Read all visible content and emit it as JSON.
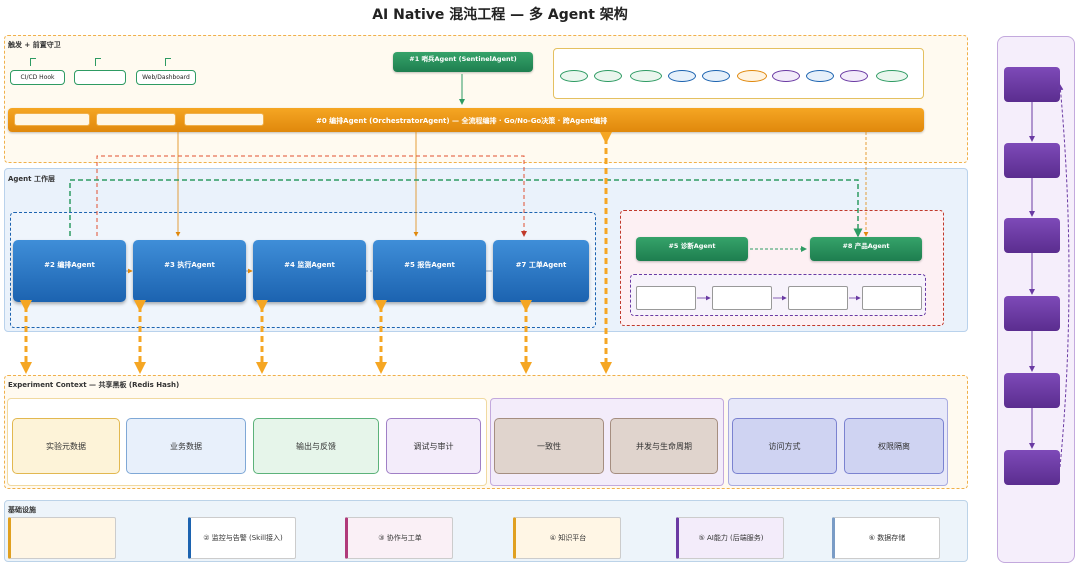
{
  "page": {
    "title": "AI Native 混沌工程 — 多 Agent 架构",
    "subtitle": ""
  },
  "top_section": {
    "label": "触发 + 前置守卫",
    "triggers": [
      "CI/CD Hook",
      "",
      "Web/Dashboard"
    ],
    "sentinel": {
      "title": "#1 哨兵Agent (SentinelAgent)",
      "sub": ""
    },
    "tools_panel": {
      "title": "",
      "legend": ""
    },
    "orchestrator": {
      "label": "#0 编排Agent (OrchestratorAgent) — 全流程编排 · Go/No-Go决策 · 跨Agent编排",
      "chips": [
        "",
        "",
        ""
      ]
    },
    "note_below": ""
  },
  "agent_section": {
    "label": "Agent 工作层",
    "loop_note": "",
    "feedback_note": "",
    "core_group_label": "",
    "agents": [
      {
        "name": "#2 编排Agent",
        "sub": ""
      },
      {
        "name": "#3 执行Agent",
        "sub": ""
      },
      {
        "name": "#4 监测Agent",
        "sub": ""
      },
      {
        "name": "#5 报告Agent",
        "sub": ""
      },
      {
        "name": "#7 工单Agent",
        "sub": ""
      }
    ],
    "async_group": {
      "label": "",
      "diag": {
        "name": "#5 诊断Agent",
        "sub": ""
      },
      "know": {
        "name": "#8 产品Agent",
        "sub": ""
      },
      "pipeline_label": "",
      "pipeline": [
        "",
        "",
        "",
        ""
      ]
    }
  },
  "context_section": {
    "label": "Experiment Context — 共享黑板 (Redis Hash)",
    "groups": [
      {
        "label": "",
        "boxes": [
          "实验元数据",
          "业务数据",
          "输出与反馈",
          "调试与审计"
        ]
      },
      {
        "label": "",
        "boxes": [
          "一致性",
          "并发与生命周期"
        ]
      },
      {
        "label": "",
        "boxes": [
          "访问方式",
          "权限隔离"
        ]
      }
    ]
  },
  "base_section": {
    "label": "基础设施",
    "items": [
      "",
      "② 监控与告警 (Skill接入)",
      "③ 协作与工单",
      "④ 知识平台",
      "⑤ AI能力 (后端服务)",
      "⑥ 数据存储"
    ]
  },
  "side_panel": {
    "title": "",
    "steps": [
      "",
      "",
      "",
      "",
      "",
      ""
    ],
    "note": ""
  },
  "colors": {
    "orange": "#f5a623",
    "green": "#2e9b63",
    "blue": "#1c63b0",
    "purple": "#6a3aa3",
    "red_dashed": "#c0392b"
  }
}
